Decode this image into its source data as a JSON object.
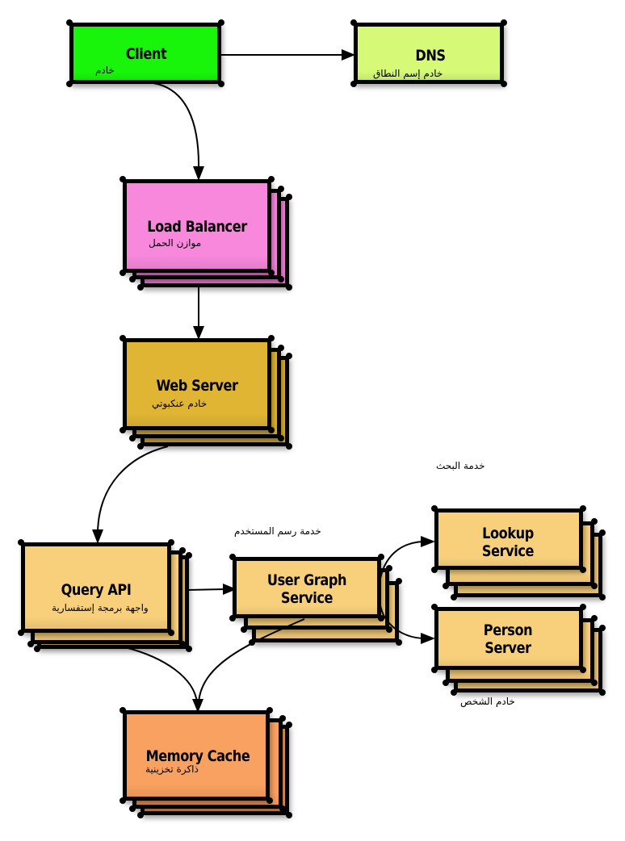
{
  "nodes": {
    "client": {
      "title": "Client",
      "subtitle": "خادم",
      "color": "#19f50a"
    },
    "dns": {
      "title": "DNS",
      "subtitle": "خادم إسم النطاق",
      "color": "#d6f977"
    },
    "load_balancer": {
      "title": "Load Balancer",
      "subtitle": "موازن الحمل",
      "color": "#f788dc"
    },
    "web_server": {
      "title": "Web Server",
      "subtitle": "خادم عنكبوتي",
      "color": "#e0b534"
    },
    "query_api": {
      "title": "Query API",
      "subtitle": "واجهة برمجة إستفسارية",
      "color": "#f8d07c"
    },
    "user_graph": {
      "title_line1": "User Graph",
      "title_line2": "Service",
      "color": "#f8d07c"
    },
    "lookup": {
      "title_line1": "Lookup",
      "title_line2": "Service",
      "color": "#f8d07c"
    },
    "person": {
      "title_line1": "Person",
      "title_line2": "Server",
      "color": "#f8d07c"
    },
    "memory_cache": {
      "title": "Memory Cache",
      "subtitle": "ذاكرة تخزينية",
      "color": "#f9a160"
    }
  },
  "annotations": {
    "search_service": "خدمة البحث",
    "user_graph_service": "خدمة رسم المستخدم",
    "person_server": "خادم الشخص"
  },
  "edges": [
    {
      "from": "Client",
      "to": "DNS"
    },
    {
      "from": "Client",
      "to": "Load Balancer"
    },
    {
      "from": "Load Balancer",
      "to": "Web Server"
    },
    {
      "from": "Web Server",
      "to": "Query API"
    },
    {
      "from": "Query API",
      "to": "User Graph Service"
    },
    {
      "from": "User Graph Service",
      "to": "Lookup Service"
    },
    {
      "from": "User Graph Service",
      "to": "Person Server"
    },
    {
      "from": "Query API",
      "to": "Memory Cache"
    },
    {
      "from": "User Graph Service",
      "to": "Memory Cache"
    }
  ]
}
